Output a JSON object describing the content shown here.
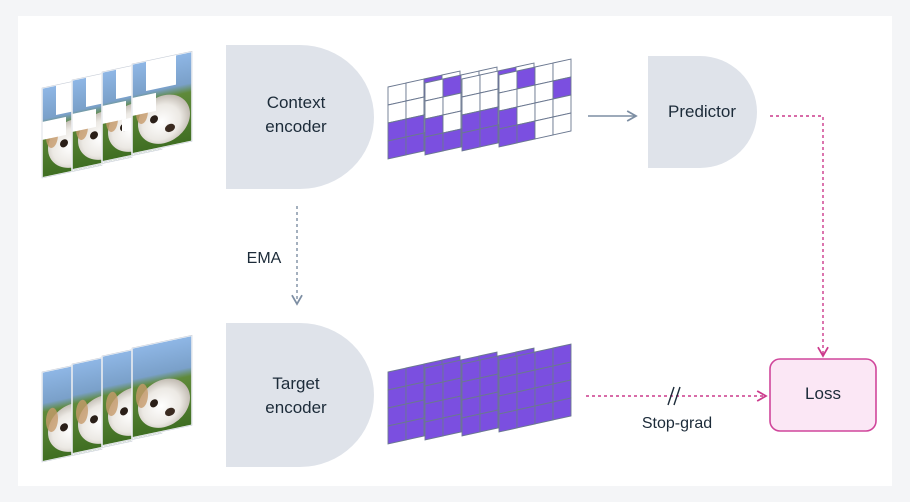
{
  "nodes": {
    "context_encoder": {
      "line1": "Context",
      "line2": "encoder"
    },
    "target_encoder": {
      "line1": "Target",
      "line2": "encoder"
    },
    "predictor": {
      "label": "Predictor"
    },
    "loss": {
      "label": "Loss"
    }
  },
  "edges": {
    "ema": {
      "label": "EMA"
    },
    "stop_grad": {
      "label": "Stop-grad"
    }
  },
  "colors": {
    "encoder_fill": "#dfe3ea",
    "patch_purple": "#7b4fe0",
    "patch_stroke": "#6b7890",
    "loss_fill": "#fbe7f5",
    "loss_stroke": "#d0469b",
    "dashed_pink": "#cc3a8c",
    "arrow_gray": "#7d8ea3"
  },
  "icons": {
    "context_images": "masked-dog-photo-stack-icon",
    "target_images": "dog-photo-stack-icon"
  }
}
